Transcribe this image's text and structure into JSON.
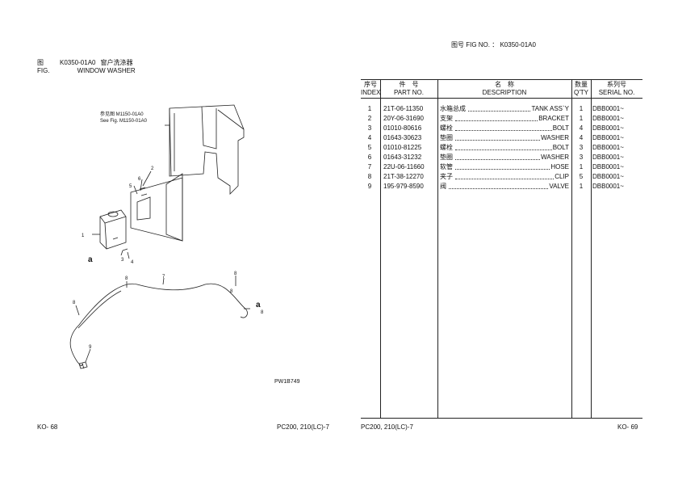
{
  "left_page": {
    "fig_label_cn": "图",
    "fig_label_en": "FIG.",
    "fig_code": "K0350-01A0",
    "title_cn": "窗户洗涤器",
    "title_en": "WINDOW WASHER",
    "page": "KO- 68",
    "model": "PC200, 210(LC)-7"
  },
  "drawing": {
    "ref_cn": "参见图 M1150-01A0",
    "ref_en": "See Fig. M1150-01A0",
    "drawing_id": "PW1B749",
    "callouts": [
      "1",
      "2",
      "3",
      "4",
      "5",
      "6",
      "7",
      "8",
      "9"
    ],
    "connection_mark": "a"
  },
  "right_page": {
    "fig_no_label": "图号 FIG NO. ：",
    "fig_no": "K0350-01A0",
    "page": "KO- 69",
    "model": "PC200, 210(LC)-7"
  },
  "table": {
    "headers": {
      "index_cn": "序号",
      "index_en": "INDEX",
      "part_cn": "件　号",
      "part_en": "PART NO.",
      "desc_cn": "名　称",
      "desc_en": "DESCRIPTION",
      "qty_cn": "数量",
      "qty_en": "Q'TY",
      "serial_cn": "系列号",
      "serial_en": "SERIAL NO."
    },
    "rows": [
      {
        "index": "1",
        "part_no": "21T-06-11350",
        "desc_cn": "水箱总成",
        "desc_en": "TANK ASS`Y",
        "qty": "1",
        "serial": "DBB0001~"
      },
      {
        "index": "2",
        "part_no": "20Y-06-31690",
        "desc_cn": "支架",
        "desc_en": "BRACKET",
        "qty": "1",
        "serial": "DBB0001~"
      },
      {
        "index": "3",
        "part_no": "01010-80616",
        "desc_cn": "螺栓",
        "desc_en": "BOLT",
        "qty": "4",
        "serial": "DBB0001~"
      },
      {
        "index": "4",
        "part_no": "01643-30623",
        "desc_cn": "垫圈",
        "desc_en": "WASHER",
        "qty": "4",
        "serial": "DBB0001~"
      },
      {
        "index": "5",
        "part_no": "01010-81225",
        "desc_cn": "螺栓",
        "desc_en": "BOLT",
        "qty": "3",
        "serial": "DBB0001~"
      },
      {
        "index": "6",
        "part_no": "01643-31232",
        "desc_cn": "垫圈",
        "desc_en": "WASHER",
        "qty": "3",
        "serial": "DBB0001~"
      },
      {
        "index": "7",
        "part_no": "22U-06-11660",
        "desc_cn": "软管",
        "desc_en": "HOSE",
        "qty": "1",
        "serial": "DBB0001~"
      },
      {
        "index": "8",
        "part_no": "21T-38-12270",
        "desc_cn": "夹子",
        "desc_en": "CLIP",
        "qty": "5",
        "serial": "DBB0001~"
      },
      {
        "index": "9",
        "part_no": "195-979-8590",
        "desc_cn": "阀",
        "desc_en": "VALVE",
        "qty": "1",
        "serial": "DBB0001~"
      }
    ]
  }
}
